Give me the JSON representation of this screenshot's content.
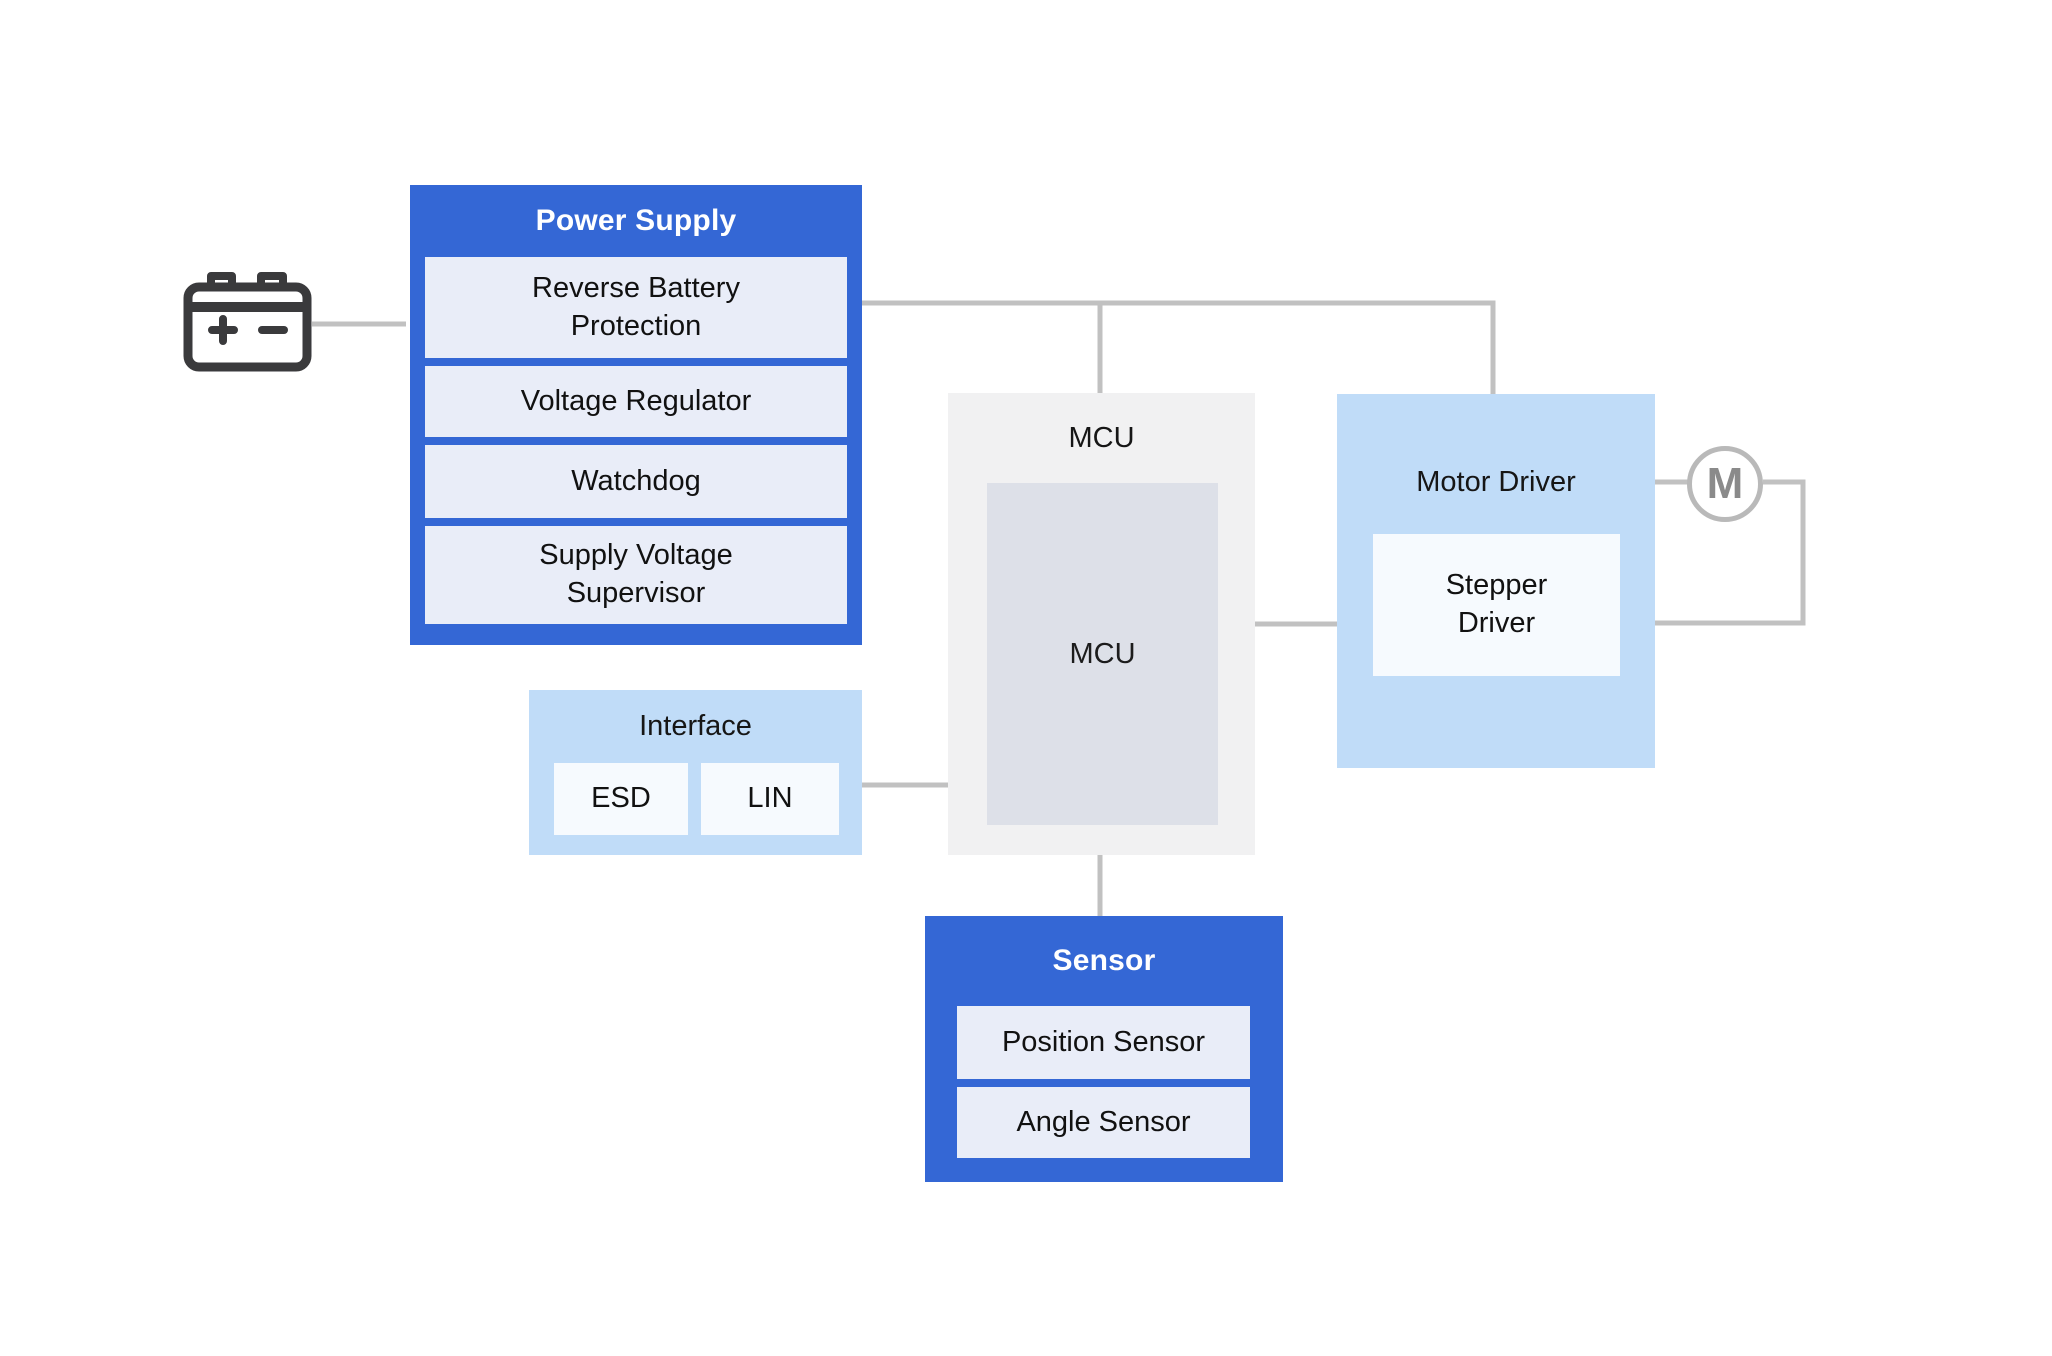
{
  "colors": {
    "primary_blue": "#3467d5",
    "light_blue": "#c0dcf8",
    "item_lavender": "#e9edf8",
    "item_near_white": "#f6fafe",
    "mcu_outer_gray": "#f1f1f2",
    "mcu_inner_gray": "#dde0e8",
    "connector_gray": "#c1c1c1",
    "battery_icon_dark": "#3a3a3c",
    "motor_gray": "#8a8a8a"
  },
  "blocks": {
    "power_supply": {
      "title": "Power Supply",
      "items": [
        "Reverse Battery Protection",
        "Voltage Regulator",
        "Watchdog",
        "Supply Voltage Supervisor"
      ]
    },
    "interface": {
      "title": "Interface",
      "items": [
        "ESD",
        "LIN"
      ]
    },
    "mcu": {
      "title": "MCU",
      "chip": "MCU"
    },
    "motor_driver": {
      "title": "Motor Driver",
      "sub": "Stepper Driver"
    },
    "sensor": {
      "title": "Sensor",
      "items": [
        "Position Sensor",
        "Angle Sensor"
      ]
    }
  },
  "motor": {
    "label": "M"
  },
  "icons": {
    "battery": "battery-icon",
    "motor": "motor-icon"
  },
  "connections": [
    {
      "from": "battery",
      "to": "power-supply"
    },
    {
      "from": "power-supply",
      "to": "mcu"
    },
    {
      "from": "power-supply",
      "to": "motor-driver"
    },
    {
      "from": "interface",
      "to": "mcu"
    },
    {
      "from": "mcu",
      "to": "motor-driver"
    },
    {
      "from": "mcu",
      "to": "sensor"
    },
    {
      "from": "motor-driver",
      "to": "motor"
    },
    {
      "from": "motor",
      "to": "motor-driver"
    }
  ]
}
